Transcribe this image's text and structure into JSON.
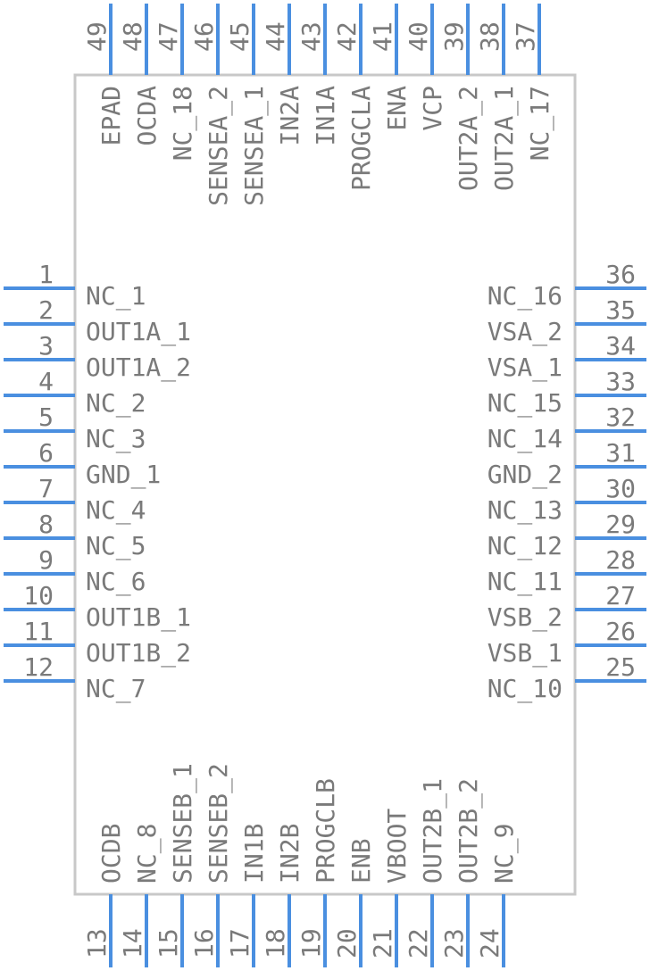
{
  "colors": {
    "pin": "#4a8fe0",
    "body": "#c8c8c8",
    "text": "#7a7a7a"
  },
  "left_pins": [
    {
      "num": "1",
      "name": "NC_1"
    },
    {
      "num": "2",
      "name": "OUT1A_1"
    },
    {
      "num": "3",
      "name": "OUT1A_2"
    },
    {
      "num": "4",
      "name": "NC_2"
    },
    {
      "num": "5",
      "name": "NC_3"
    },
    {
      "num": "6",
      "name": "GND_1"
    },
    {
      "num": "7",
      "name": "NC_4"
    },
    {
      "num": "8",
      "name": "NC_5"
    },
    {
      "num": "9",
      "name": "NC_6"
    },
    {
      "num": "10",
      "name": "OUT1B_1"
    },
    {
      "num": "11",
      "name": "OUT1B_2"
    },
    {
      "num": "12",
      "name": "NC_7"
    }
  ],
  "right_pins": [
    {
      "num": "36",
      "name": "NC_16"
    },
    {
      "num": "35",
      "name": "VSA_2"
    },
    {
      "num": "34",
      "name": "VSA_1"
    },
    {
      "num": "33",
      "name": "NC_15"
    },
    {
      "num": "32",
      "name": "NC_14"
    },
    {
      "num": "31",
      "name": "GND_2"
    },
    {
      "num": "30",
      "name": "NC_13"
    },
    {
      "num": "29",
      "name": "NC_12"
    },
    {
      "num": "28",
      "name": "NC_11"
    },
    {
      "num": "27",
      "name": "VSB_2"
    },
    {
      "num": "26",
      "name": "VSB_1"
    },
    {
      "num": "25",
      "name": "NC_10"
    }
  ],
  "bottom_pins": [
    {
      "num": "13",
      "name": "OCDB"
    },
    {
      "num": "14",
      "name": "NC_8"
    },
    {
      "num": "15",
      "name": "SENSEB_1"
    },
    {
      "num": "16",
      "name": "SENSEB_2"
    },
    {
      "num": "17",
      "name": "IN1B"
    },
    {
      "num": "18",
      "name": "IN2B"
    },
    {
      "num": "19",
      "name": "PROGCLB"
    },
    {
      "num": "20",
      "name": "ENB"
    },
    {
      "num": "21",
      "name": "VBOOT"
    },
    {
      "num": "22",
      "name": "OUT2B_1"
    },
    {
      "num": "23",
      "name": "OUT2B_2"
    },
    {
      "num": "24",
      "name": "NC_9"
    }
  ],
  "top_pins": [
    {
      "num": "49",
      "name": "EPAD"
    },
    {
      "num": "48",
      "name": "OCDA"
    },
    {
      "num": "47",
      "name": "NC_18"
    },
    {
      "num": "46",
      "name": "SENSEA_2"
    },
    {
      "num": "45",
      "name": "SENSEA_1"
    },
    {
      "num": "44",
      "name": "IN2A"
    },
    {
      "num": "43",
      "name": "IN1A"
    },
    {
      "num": "42",
      "name": "PROGCLA"
    },
    {
      "num": "41",
      "name": "ENA"
    },
    {
      "num": "40",
      "name": "VCP"
    },
    {
      "num": "39",
      "name": "OUT2A_2"
    },
    {
      "num": "38",
      "name": "OUT2A_1"
    },
    {
      "num": "37",
      "name": "NC_17"
    }
  ]
}
